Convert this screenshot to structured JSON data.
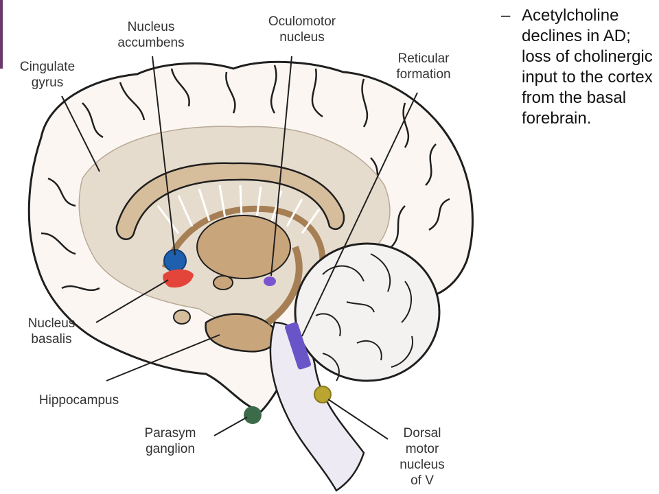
{
  "colors": {
    "outline": "#1f1f1f",
    "brain_fill": "#fbf6f2",
    "medial_fill": "#e6dccd",
    "structure_fill": "#c9a57b",
    "structure_dark": "#a67f55",
    "accumbens_blue": "#1e5fae",
    "basalis_red": "#e3453a",
    "reticular_purple": "#6a55c8",
    "dorsal_olive": "#b9a530",
    "ganglion_green": "#3c6b4a",
    "accent_bar": "#6b3a6b"
  },
  "labels": {
    "nucleus_accumbens": "Nucleus\naccumbens",
    "oculomotor_nucleus": "Oculomotor\nnucleus",
    "reticular_formation": "Reticular\nformation",
    "cingulate_gyrus": "Cingulate\ngyrus",
    "nucleus_basalis": "Nucleus\nbasalis",
    "hippocampus": "Hippocampus",
    "parasym_ganglion": "Parasym\nganglion",
    "dorsal_motor": "Dorsal\nmotor\nnucleus\nof V"
  },
  "bullet": {
    "dash": "–",
    "text": "Acetylcholine declines in AD; loss of cholinergic input to the cortex from the basal forebrain."
  }
}
